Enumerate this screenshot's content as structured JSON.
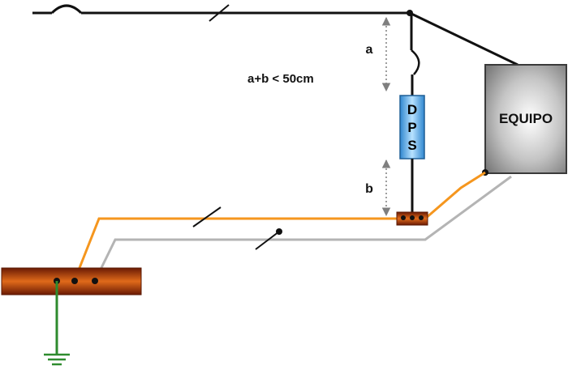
{
  "labels": {
    "a": "a",
    "b": "b",
    "formula": "a+b < 50cm",
    "dps": [
      "D",
      "P",
      "S"
    ],
    "equipo": "EQUIPO"
  },
  "colors": {
    "line": "#111111",
    "orange": "#f5961e",
    "gray": "#b4b4b4",
    "ground": "#2e8b2e",
    "dps_fill": "#4aa8e8",
    "dps_stroke": "#1f5f96",
    "dimension": "#7f7f7f"
  },
  "icons": [
    "switch-arc-icon",
    "ground-symbol-icon"
  ]
}
